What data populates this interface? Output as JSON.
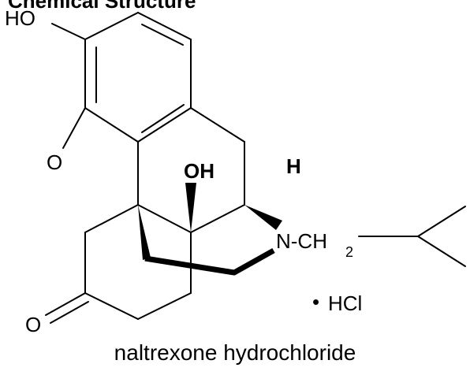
{
  "heading": "Chemical Structure",
  "caption": "naltrexone hydrochloride",
  "atoms": {
    "ho_top": "HO",
    "o_ether": "O",
    "oh_bridge": "OH",
    "h_stereo": "H",
    "n_group": "N-CH",
    "n_group_sub": "2",
    "o_ketone": "O",
    "salt_bullet": "•",
    "salt": "HCl"
  }
}
